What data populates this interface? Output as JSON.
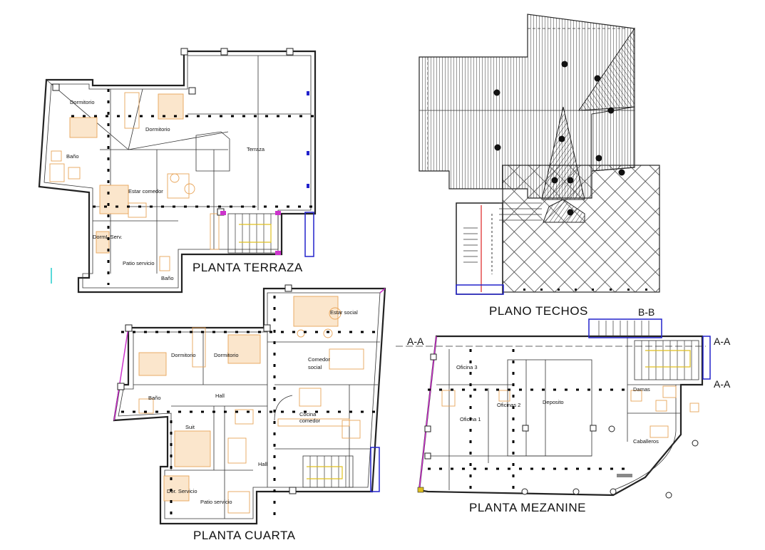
{
  "plans": {
    "terraza": {
      "title": "PLANTA  TERRAZA",
      "rooms": [
        "Dormitorio",
        "Dormitorio",
        "Baño",
        "Terraza",
        "Estar comedor",
        "DormL.Serv.",
        "Patio servicio",
        "Baño"
      ]
    },
    "techos": {
      "title": "PLANO TECHOS"
    },
    "cuarta": {
      "title": "PLANTA  CUARTA",
      "rooms": [
        "Estar social",
        "Dormitorio",
        "Dormitorio",
        "Comedor",
        "social",
        "Baño",
        "Hall",
        "Cocina",
        "comedor",
        "Suit",
        "Hall",
        "Dor. Servicio",
        "Patio servicio"
      ]
    },
    "mezanine": {
      "title": "PLANTA MEZANINE",
      "rooms": [
        "Oficina 3",
        "Oficina 1",
        "Oficinas 2",
        "Deposito",
        "Damas",
        "Caballeros"
      ],
      "section_labels": [
        "A-A",
        "B-B",
        "A-A",
        "A-A"
      ]
    }
  },
  "colors": {
    "wall": "#222222",
    "furniture": "#e8a458",
    "accent_blue": "#2222cc",
    "accent_magenta": "#cc33cc",
    "accent_red": "#dd2222"
  }
}
